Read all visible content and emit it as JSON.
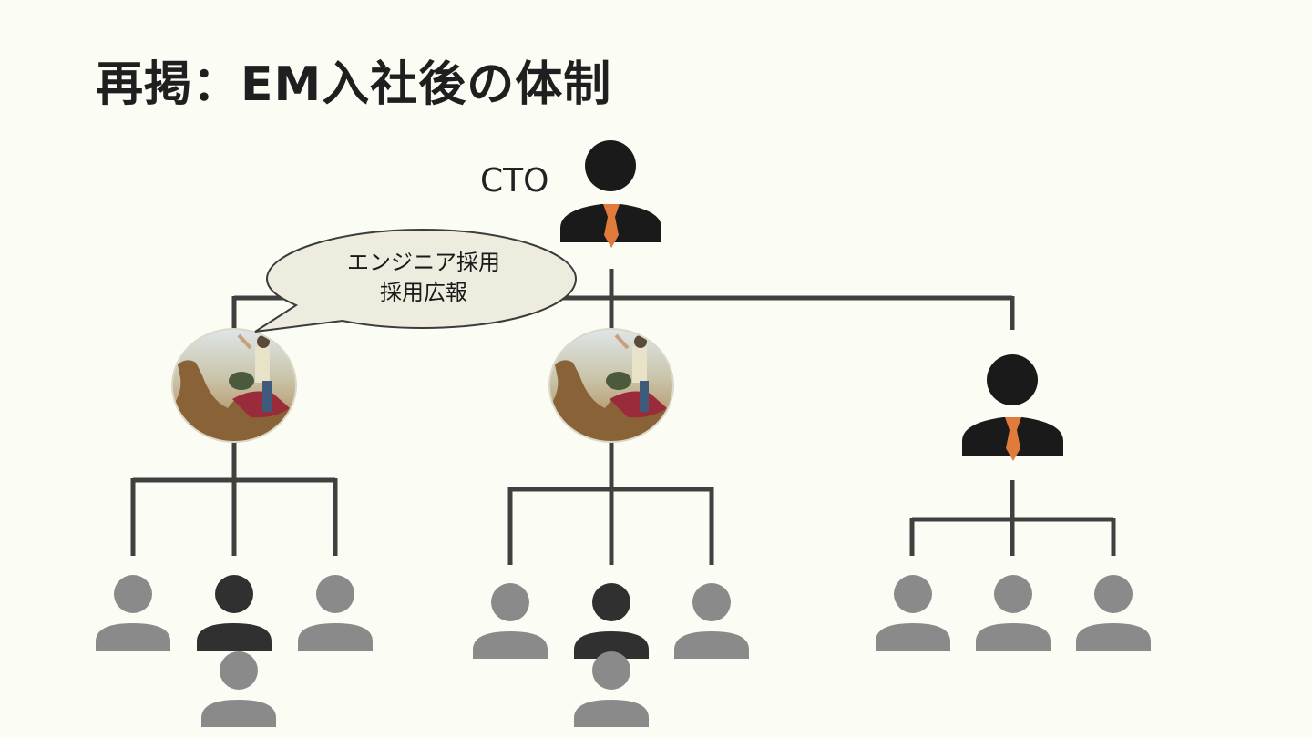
{
  "slide": {
    "title": "再掲：EM入社後の体制",
    "cto_label": "CTO",
    "speech_bubble": {
      "line1": "エンジニア採用",
      "line2": "採用広報"
    }
  },
  "colors": {
    "background": "#fbfcf4",
    "lines": "#404040",
    "manager_body": "#1a1a1a",
    "tie": "#e07b3c",
    "member_gray": "#8a8a8a",
    "member_dark": "#303030",
    "bubble_fill": "#eeecdf"
  },
  "icons": {
    "executive": "person-with-tie-icon",
    "member": "person-icon",
    "photo": "em-photo-camel"
  }
}
